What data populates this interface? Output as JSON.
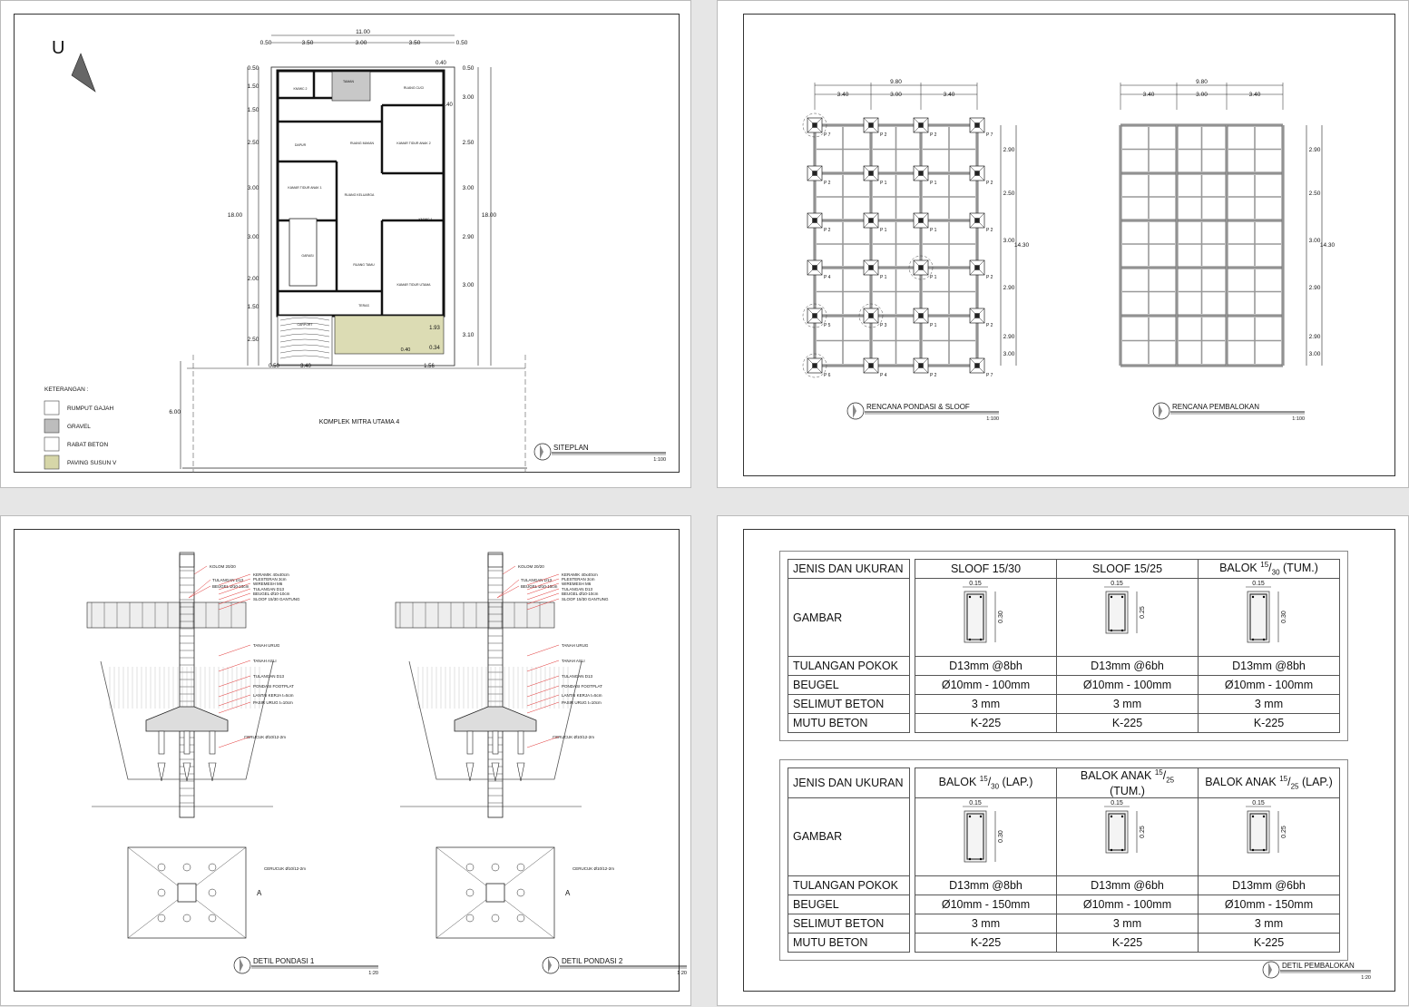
{
  "siteplan": {
    "north": "U",
    "title": "SITEPLAN",
    "scale": "1:100",
    "street": "KOMPLEK MITRA UTAMA 4",
    "dims_top": [
      "11.00",
      "0.50",
      "3.50",
      "3.00",
      "3.50",
      "0.50"
    ],
    "dims_left": [
      "0.50",
      "1.50",
      "1.50",
      "2.50",
      "3.00",
      "3.00",
      "2.00",
      "1.50",
      "2.50"
    ],
    "dims_right": [
      "0.50",
      "3.00",
      "2.50",
      "3.00",
      "2.90",
      "3.00",
      "3.10"
    ],
    "total_height": "18.00",
    "dims_bottom": [
      "0.50",
      "3.40",
      "1.56"
    ],
    "road_width": "6.00",
    "extra_dims": [
      "0.40",
      "0.40",
      "1.93",
      "0.34",
      "0.40"
    ],
    "rooms": [
      "KM/WC 2",
      "TAMAN",
      "RUANG CUCI",
      "DAPUR",
      "RUANG MAKAN",
      "KAMAR TIDUR ANAK 2",
      "KAMAR TIDUR ANAK 1",
      "RUANG KELUARGA",
      "KM/WC 1",
      "GARASI",
      "RUANG TAMU",
      "KAMAR TIDUR UTAMA",
      "TERAS",
      "CARPORT"
    ],
    "legend_title": "KETERANGAN :",
    "legend": [
      {
        "label": "RUMPUT GAJAH",
        "color": "#ffffff"
      },
      {
        "label": "GRAVEL",
        "color": "#bdbdbd"
      },
      {
        "label": "RABAT BETON",
        "color": "#ffffff"
      },
      {
        "label": "PAVING SUSUN V",
        "color": "#d6d6a8"
      }
    ]
  },
  "foundation_plan": {
    "title": "RENCANA PONDASI & SLOOF",
    "scale": "1:100",
    "dims_top": [
      "9.80",
      "3.40",
      "3.00",
      "3.40"
    ],
    "dims_right": [
      "2.90",
      "2.50",
      "3.00",
      "2.90",
      "2.90",
      "3.00"
    ],
    "total": "14.30",
    "piles": [
      [
        "P 7",
        "P 2",
        "P 2",
        "P 7"
      ],
      [
        "P 2",
        "P 1",
        "P 1",
        "P 2"
      ],
      [
        "P 2",
        "P 1",
        "P 1",
        "P 2"
      ],
      [
        "P 4",
        "P 1",
        "P 1",
        "P 2"
      ],
      [
        "P 5",
        "P 3",
        "P 1",
        "P 2"
      ],
      [
        "P 6",
        "P 4",
        "P 2",
        "P 7"
      ]
    ]
  },
  "beam_plan": {
    "title": "RENCANA PEMBALOKAN",
    "scale": "1:100",
    "dims_top": [
      "9.80",
      "3.40",
      "3.00",
      "3.40"
    ],
    "dims_right": [
      "2.90",
      "2.50",
      "3.00",
      "2.90",
      "2.90",
      "3.00"
    ],
    "total": "14.30"
  },
  "foundation_details": [
    {
      "title": "DETIL PONDASI 1",
      "scale": "1:20",
      "column": "KOLOM 20/20"
    },
    {
      "title": "DETIL PONDASI 2",
      "scale": "1:20",
      "column": "KOLOM 20/20"
    }
  ],
  "detail_labels_top": [
    "TULANGAN D13",
    "BEUGEL Ø10-15cm"
  ],
  "detail_labels": [
    "KERAMIK 40x40cm",
    "PLESTERAN 3cm",
    "WIREMESH M6",
    "TULANGAN D13",
    "BEUGEL Ø10-10cm",
    "SLOOF 15/30 GANTUNG",
    "TANAH URUG",
    "TANAH ASLI",
    "TULANGAN D13",
    "PONDASI FOOTPLAT",
    "LANTAI KERJA t=5cm",
    "PASIR URUG t=10cm",
    "CERUCUK Ø10/12-2m"
  ],
  "detail_plan_label": "CERUCUK Ø10/12-2m",
  "section_mark": "A",
  "beam_detail": {
    "title": "DETIL PEMBALOKAN",
    "scale": "1:20",
    "row_labels": [
      "JENIS DAN UKURAN",
      "GAMBAR",
      "TULANGAN POKOK",
      "BEUGEL",
      "SELIMUT BETON",
      "MUTU BETON"
    ],
    "tables": [
      [
        {
          "name": "SLOOF 15/30",
          "w": "0.15",
          "h": "0.30",
          "pokok": "D13mm @8bh",
          "beugel": "Ø10mm - 100mm",
          "selimut": "3 mm",
          "mutu": "K-225"
        },
        {
          "name": "SLOOF 15/25",
          "w": "0.15",
          "h": "0.25",
          "pokok": "D13mm @6bh",
          "beugel": "Ø10mm - 100mm",
          "selimut": "3 mm",
          "mutu": "K-225"
        },
        {
          "name": "BALOK 15/30 (TUM.)",
          "w": "0.15",
          "h": "0.30",
          "pokok": "D13mm @8bh",
          "beugel": "Ø10mm - 100mm",
          "selimut": "3 mm",
          "mutu": "K-225"
        }
      ],
      [
        {
          "name": "BALOK 15/30 (LAP.)",
          "w": "0.15",
          "h": "0.30",
          "pokok": "D13mm @8bh",
          "beugel": "Ø10mm - 150mm",
          "selimut": "3 mm",
          "mutu": "K-225"
        },
        {
          "name": "BALOK ANAK 15/25 (TUM.)",
          "w": "0.15",
          "h": "0.25",
          "pokok": "D13mm @6bh",
          "beugel": "Ø10mm - 100mm",
          "selimut": "3 mm",
          "mutu": "K-225"
        },
        {
          "name": "BALOK ANAK 15/25 (LAP.)",
          "w": "0.15",
          "h": "0.25",
          "pokok": "D13mm @6bh",
          "beugel": "Ø10mm - 150mm",
          "selimut": "3 mm",
          "mutu": "K-225"
        }
      ]
    ]
  }
}
